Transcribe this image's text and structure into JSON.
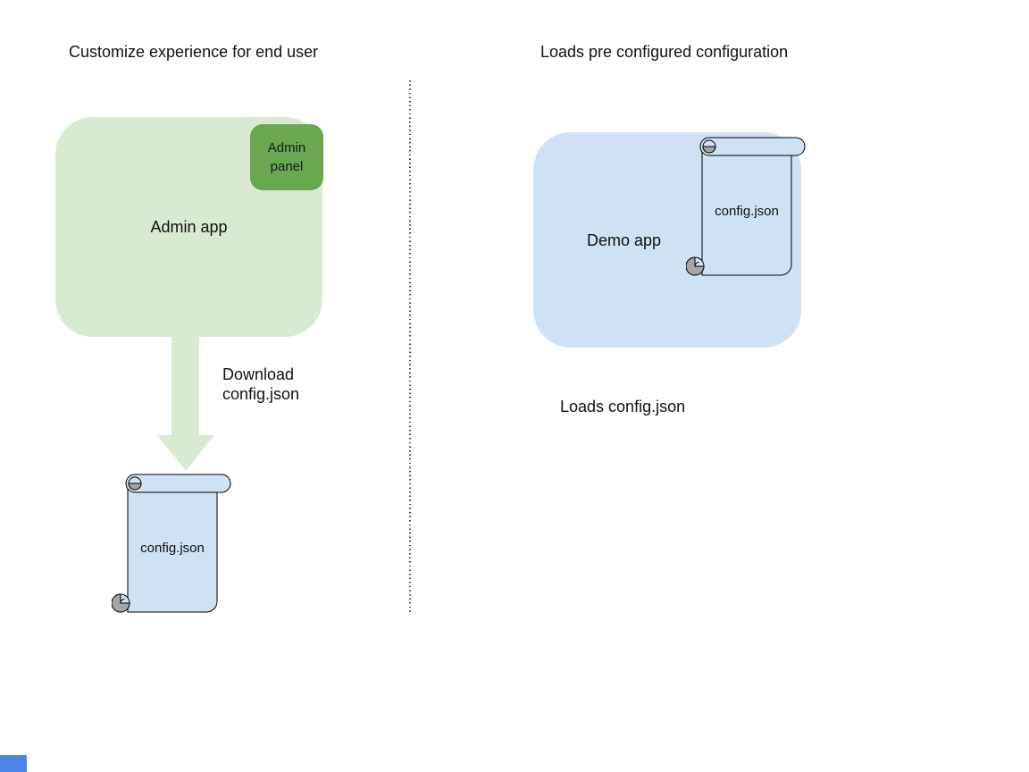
{
  "left_panel": {
    "title": "Customize experience for end user",
    "admin_app_label": "Admin app",
    "admin_panel_label": "Admin panel",
    "arrow_caption": "Download config.json",
    "config_file_label": "config.json"
  },
  "right_panel": {
    "title": "Loads pre configured configuration",
    "demo_app_label": "Demo app",
    "config_file_label": "config.json",
    "caption": "Loads config.json"
  },
  "colors": {
    "admin_app_fill": "#d9ead3",
    "admin_panel_fill": "#6aa84f",
    "arrow_fill": "#d9ead3",
    "file_and_demo_fill": "#cfe2f3",
    "scroll_curl_gray": "#a5a5a5",
    "outline_black": "#000000",
    "divider_gray": "#3f3f3f",
    "corner_mark_blue": "#4a86e8",
    "text_color": "#111111"
  }
}
